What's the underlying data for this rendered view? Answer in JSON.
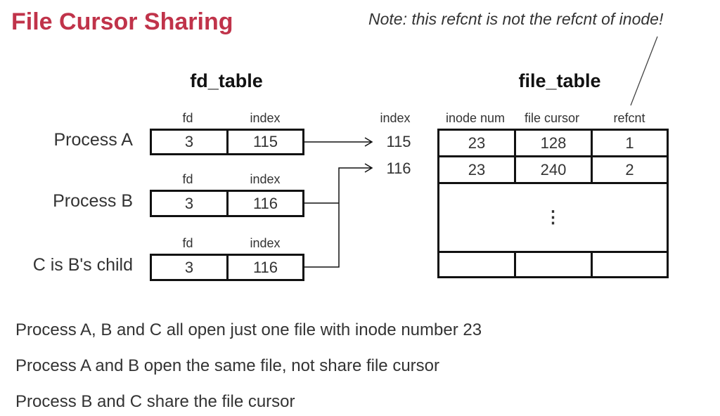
{
  "title": "File Cursor Sharing",
  "note": "Note: this refcnt is not the refcnt of inode!",
  "fd_table": {
    "heading": "fd_table",
    "col_fd": "fd",
    "col_index": "index",
    "rows": [
      {
        "process": "Process A",
        "fd": "3",
        "index": "115"
      },
      {
        "process": "Process B",
        "fd": "3",
        "index": "116"
      },
      {
        "process": "C is B's child",
        "fd": "3",
        "index": "116"
      }
    ]
  },
  "file_table": {
    "heading": "file_table",
    "index_label": "index",
    "col_inode": "inode num",
    "col_cursor": "file cursor",
    "col_refcnt": "refcnt",
    "rows": [
      {
        "index": "115",
        "inode": "23",
        "cursor": "128",
        "refcnt": "1"
      },
      {
        "index": "116",
        "inode": "23",
        "cursor": "240",
        "refcnt": "2"
      }
    ],
    "ellipsis": "⋮"
  },
  "bullets": [
    "Process A, B and C all open just one file with inode number 23",
    "Process A and B open the same file, not share file cursor",
    "Process B and C share the file cursor"
  ]
}
